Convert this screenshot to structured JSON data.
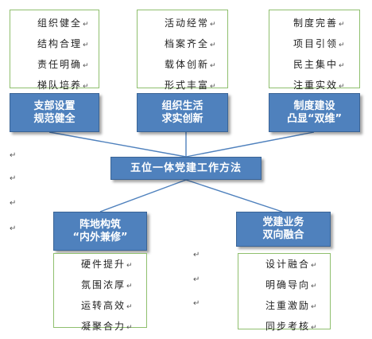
{
  "top_lists": [
    {
      "items": [
        "组织健全",
        "结构合理",
        "责任明确",
        "梯队培养"
      ]
    },
    {
      "items": [
        "活动经常",
        "档案齐全",
        "载体创新",
        "形式丰富"
      ]
    },
    {
      "items": [
        "制度完善",
        "项目引领",
        "民主集中",
        "注重实效"
      ]
    }
  ],
  "top_boxes": [
    {
      "line1": "支部设置",
      "line2": "规范健全"
    },
    {
      "line1": "组织生活",
      "line2": "求实创新"
    },
    {
      "line1": "制度建设",
      "line2": "凸显“双维”"
    }
  ],
  "center": {
    "label": "五位一体党建工作方法"
  },
  "bottom_boxes": [
    {
      "line1": "阵地构筑",
      "line2": "“内外兼修”"
    },
    {
      "line1": "党建业务",
      "line2": "双向融合"
    }
  ],
  "bottom_lists": [
    {
      "items": [
        "硬件提升",
        "氛围浓厚",
        "运转高效",
        "凝聚合力"
      ]
    },
    {
      "items": [
        "设计融合",
        "明确导向",
        "注重激励",
        "同步考核"
      ]
    }
  ],
  "paragraph_mark": "↵",
  "colors": {
    "box_fill": "#4f81bd",
    "box_border": "#3a6496",
    "list_border": "#8fbf6e",
    "connector": "#4f81bd"
  }
}
